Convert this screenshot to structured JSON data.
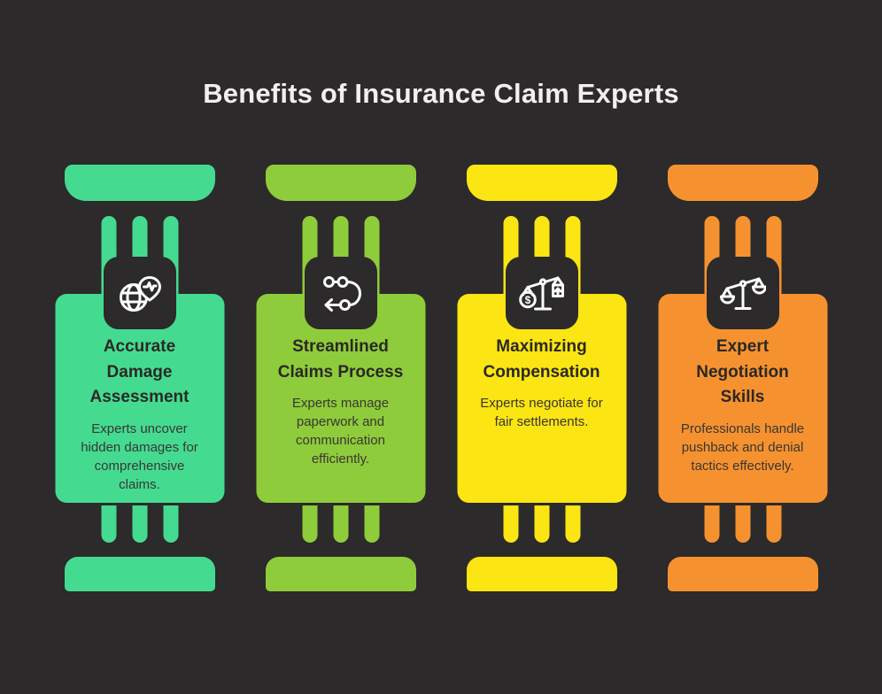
{
  "page": {
    "title": "Benefits of Insurance Claim Experts",
    "background_color": "#2c2a2a",
    "title_color": "#f2f0ef"
  },
  "text_colors": {
    "card_title": "#2b2826",
    "card_body": "#3a3633"
  },
  "columns": [
    {
      "accent_color": "#44db90",
      "icon": "globe-pulse-icon",
      "title": "Accurate\nDamage\nAssessment",
      "description": "Experts uncover\nhidden damages for\ncomprehensive\nclaims."
    },
    {
      "accent_color": "#8ecc3b",
      "icon": "route-flow-icon",
      "title": "Streamlined\nClaims Process",
      "description": "Experts manage\npaperwork and\ncommunication\nefficiently."
    },
    {
      "accent_color": "#fbe512",
      "icon": "scale-dollar-icon",
      "title": "Maximizing\nCompensation",
      "description": "Experts negotiate for\nfair settlements."
    },
    {
      "accent_color": "#f5922f",
      "icon": "balance-scale-icon",
      "title": "Expert\nNegotiation\nSkills",
      "description": "Professionals handle\npushback and denial\ntactics effectively."
    }
  ]
}
